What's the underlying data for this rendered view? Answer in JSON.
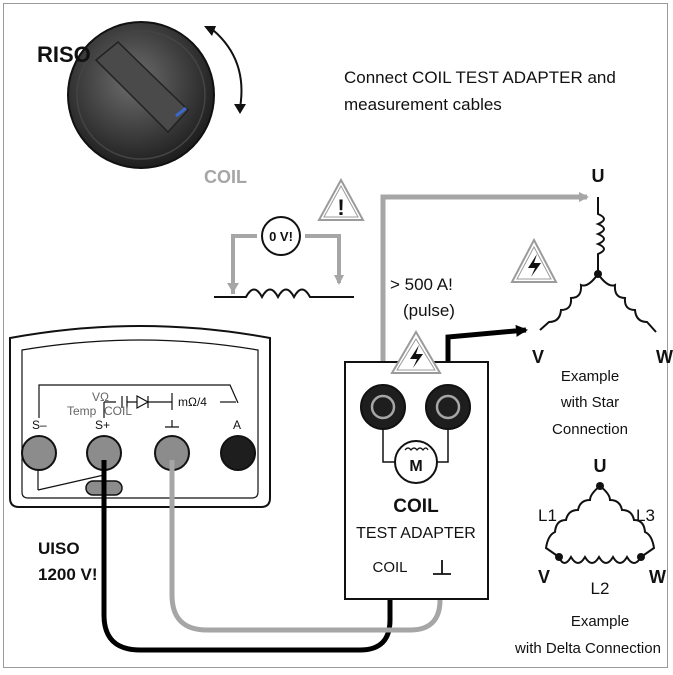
{
  "instruction": {
    "line1": "Connect COIL TEST ADAPTER and",
    "line2": "measurement cables"
  },
  "dial": {
    "riso_label": "RISO",
    "coil_label": "COIL",
    "rotation_icon": "curved-double-arrow-icon"
  },
  "warnings": {
    "zero_volt": "0 V!",
    "exclamation": "!",
    "current_line1": "> 500 A!",
    "current_line2": "(pulse)",
    "uiso_line1": "UISO",
    "uiso_line2": "1200 V!",
    "triangle_icon": "warning-triangle-icon",
    "lightning_icon": "high-voltage-icon"
  },
  "meter": {
    "s_minus": "S–",
    "s_plus": "S+",
    "ground": "⊥",
    "a_label": "A",
    "v_omega": "VΩ",
    "temp": "Temp",
    "coil": "COIL",
    "milliohm": "mΩ/4"
  },
  "adapter": {
    "motor": "M",
    "title": "COIL",
    "subtitle": "TEST ADAPTER",
    "coil_terminal": "COIL",
    "ground_terminal": "⊥"
  },
  "star": {
    "u": "U",
    "v": "V",
    "w": "W",
    "caption1": "Example",
    "caption2": "with Star",
    "caption3": "Connection"
  },
  "delta": {
    "u": "U",
    "v": "V",
    "w": "W",
    "l1": "L1",
    "l2": "L2",
    "l3": "L3",
    "caption1": "Example",
    "caption2": "with Delta Connection"
  },
  "colors": {
    "cable_black": "#000000",
    "cable_gray": "#a6a6a6",
    "meter_gray": "#8c8c8c",
    "warning_gray": "#9b9b9b"
  }
}
